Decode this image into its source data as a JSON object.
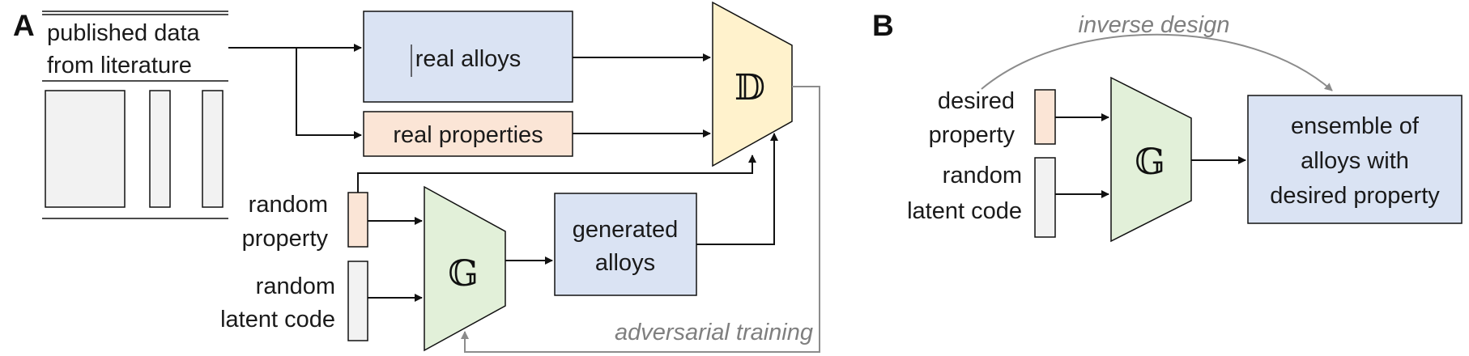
{
  "panel_a": {
    "label": "A",
    "source_line1": "published data",
    "source_line2": "from literature",
    "real_alloys": "real alloys",
    "real_properties": "real properties",
    "discriminator_symbol": "𝔻",
    "random_property_line1": "random",
    "random_property_line2": "property",
    "random_latent_line1": "random",
    "random_latent_line2": "latent code",
    "generator_symbol": "𝔾",
    "generated_line1": "generated",
    "generated_line2": "alloys",
    "feedback_label": "adversarial training"
  },
  "panel_b": {
    "label": "B",
    "inverse_label": "inverse design",
    "desired_line1": "desired",
    "desired_line2": "property",
    "random_latent_line1": "random",
    "random_latent_line2": "latent code",
    "generator_symbol": "𝔾",
    "output_line1": "ensemble of",
    "output_line2": "alloys with",
    "output_line3": "desired property"
  },
  "colors": {
    "blue_box": "#dae3f3",
    "peach_box": "#fbe5d6",
    "discriminator_fill": "#fff2cc",
    "generator_fill": "#e2f0d9",
    "gray_box": "#f2f2f2",
    "feedback_arrow": "#8c8c8c"
  }
}
